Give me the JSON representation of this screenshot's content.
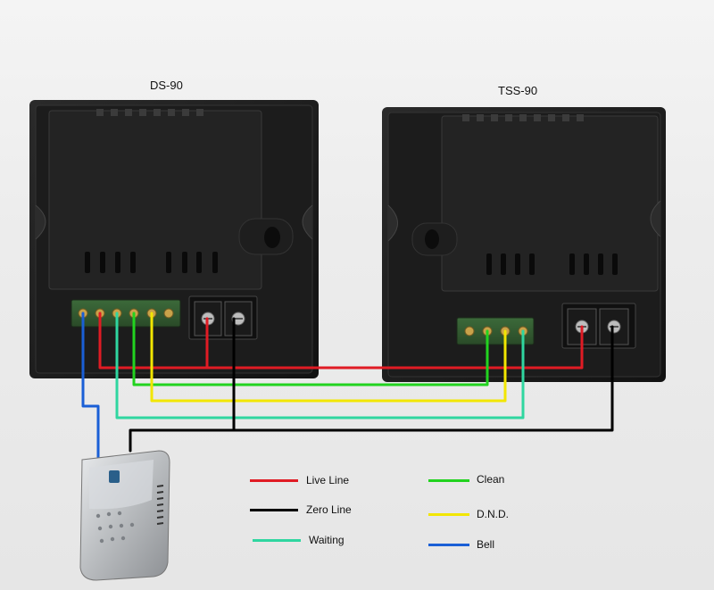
{
  "devices": {
    "left_name": "DS-90",
    "right_name": "TSS-90"
  },
  "legend": [
    {
      "id": "live",
      "label": "Live Line",
      "color": "#e01b24"
    },
    {
      "id": "zero",
      "label": "Zero Line",
      "color": "#000000"
    },
    {
      "id": "waiting",
      "label": "Waiting",
      "color": "#2fd6a0"
    },
    {
      "id": "clean",
      "label": "Clean",
      "color": "#22d31f"
    },
    {
      "id": "dnd",
      "label": "D.N.D.",
      "color": "#f2e600"
    },
    {
      "id": "bell",
      "label": "Bell",
      "color": "#1a5fd6"
    }
  ]
}
